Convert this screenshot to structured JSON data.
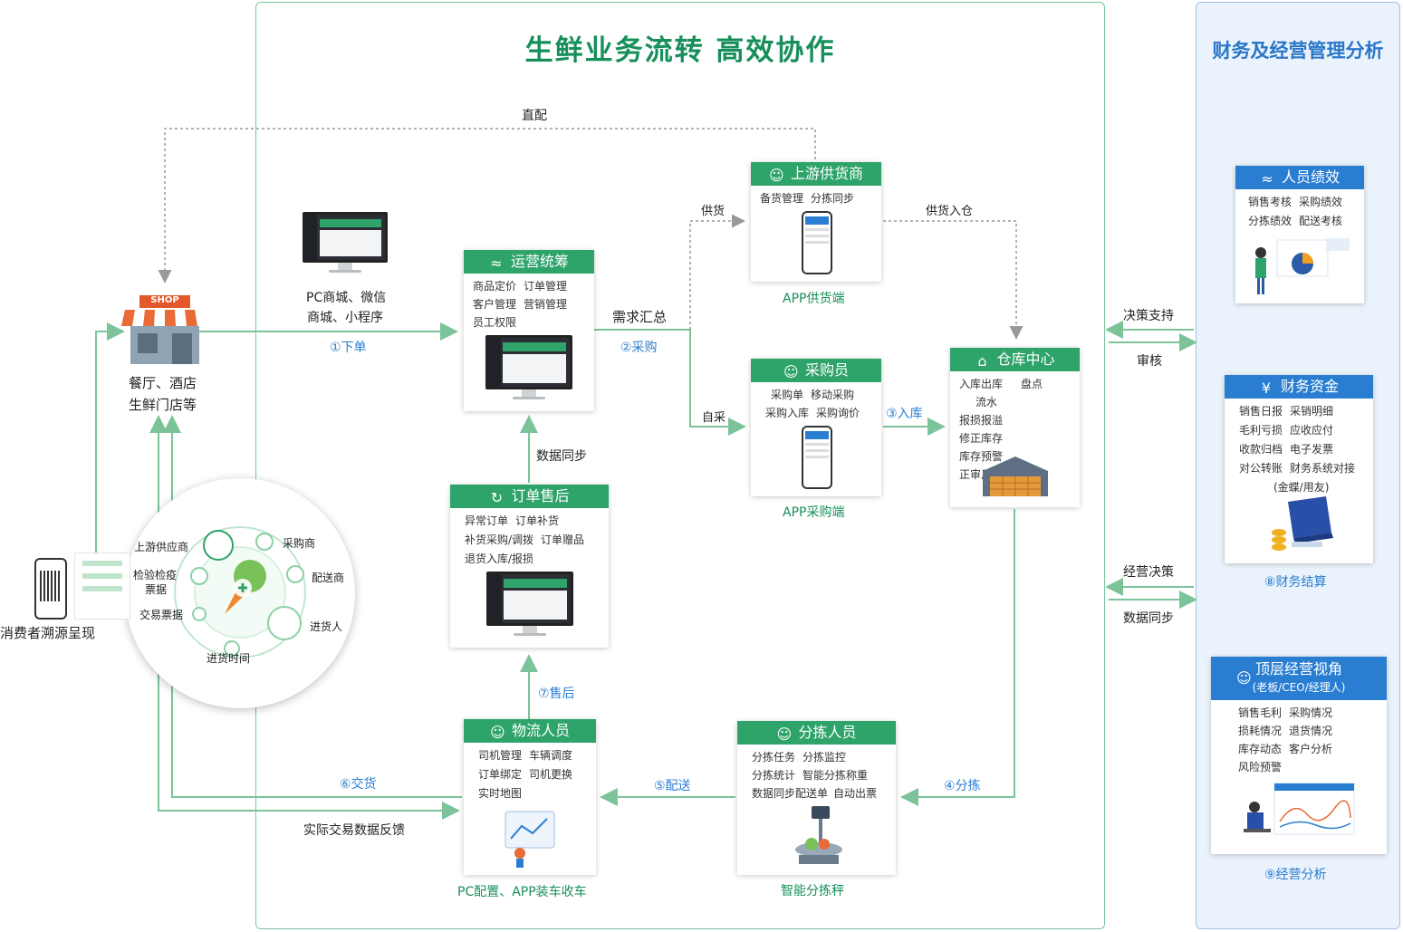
{
  "main_title": "生鲜业务流转   高效协作",
  "right_title": "财务及经营管理分析",
  "colors": {
    "green": "#2ea36a",
    "blue": "#2a7ed2",
    "line_green": "#7cc39a"
  },
  "labels": {
    "zhipei": "直配",
    "gonghuo": "供货",
    "gonghuo_ruku": "供货入仓",
    "xuqiu": "需求汇总",
    "zicai": "自采",
    "xiadan": "①下单",
    "caigou": "②采购",
    "ruku": "③入库",
    "fenjian": "④分拣",
    "peisong": "⑤配送",
    "jiaohuo": "⑥交货",
    "shouhou": "⑦售后",
    "shuju_tongbu": "数据同步",
    "shiji_fankui": "实际交易数据反馈",
    "juece_zhichi": "决策支持",
    "shenhe": "审核",
    "jingying_juece": "经营决策",
    "shuju_tongbu2": "数据同步",
    "pc_mall_1": "PC商城、微信",
    "pc_mall_2": "商城、小程序",
    "shop_sign": "SHOP",
    "shop_1": "餐厅、酒店",
    "shop_2": "生鲜门店等",
    "trace": "消费者溯源呈现",
    "app_supplier": "APP供货端",
    "app_buyer": "APP采购端",
    "pc_app": "PC配置、APP装车收车",
    "scale": "智能分拣秤",
    "caiwu_jiesuan": "⑧财务结算",
    "jingying_fenxi": "⑨经营分析"
  },
  "circle": {
    "upstream": "上游供应商",
    "inspect_1": "检验检疫",
    "inspect_2": "票据",
    "trade": "交易票据",
    "time": "进货时间",
    "buyer": "采购商",
    "delivery": "配送商",
    "receiver": "进货人"
  },
  "cards": {
    "supplier": {
      "title": "上游供货商",
      "items": [
        "备货管理",
        "分拣同步"
      ]
    },
    "ops": {
      "title": "运营统筹",
      "items": [
        "商品定价",
        "订单管理",
        "客户管理",
        "营销管理",
        "员工权限"
      ]
    },
    "buyer": {
      "title": "采购员",
      "items": [
        "采购单",
        "移动采购",
        "采购入库",
        "采购询价"
      ]
    },
    "warehouse": {
      "title": "仓库中心",
      "items": [
        "入库出库",
        "盘点",
        "流水",
        "报损报溢",
        "修正库存",
        "库存预警",
        "正审反审"
      ]
    },
    "after": {
      "title": "订单售后",
      "items": [
        "异常订单",
        "订单补货",
        "补货采购/调拨",
        "订单赠品",
        "退货入库/报损"
      ]
    },
    "logistics": {
      "title": "物流人员",
      "items": [
        "司机管理",
        "车辆调度",
        "订单绑定",
        "司机更换",
        "实时地图"
      ]
    },
    "sorter": {
      "title": "分拣人员",
      "items": [
        "分拣任务",
        "分拣监控",
        "分拣统计",
        "智能分拣称重",
        "数据同步配送单",
        "自动出票"
      ]
    },
    "perf": {
      "title": "人员绩效",
      "items": [
        "销售考核",
        "采购绩效",
        "分拣绩效",
        "配送考核"
      ]
    },
    "finance": {
      "title": "财务资金",
      "items": [
        "销售日报",
        "采销明细",
        "毛利亏损",
        "应收应付",
        "收款归档",
        "电子发票",
        "对公转账",
        "财务系统对接",
        "(金蝶/用友)"
      ]
    },
    "top": {
      "title": "顶层经营视角",
      "subtitle": "(老板/CEO/经理人)",
      "items": [
        "销售毛利",
        "采购情况",
        "损耗情况",
        "退货情况",
        "库存动态",
        "客户分析",
        "风险预警"
      ]
    }
  }
}
